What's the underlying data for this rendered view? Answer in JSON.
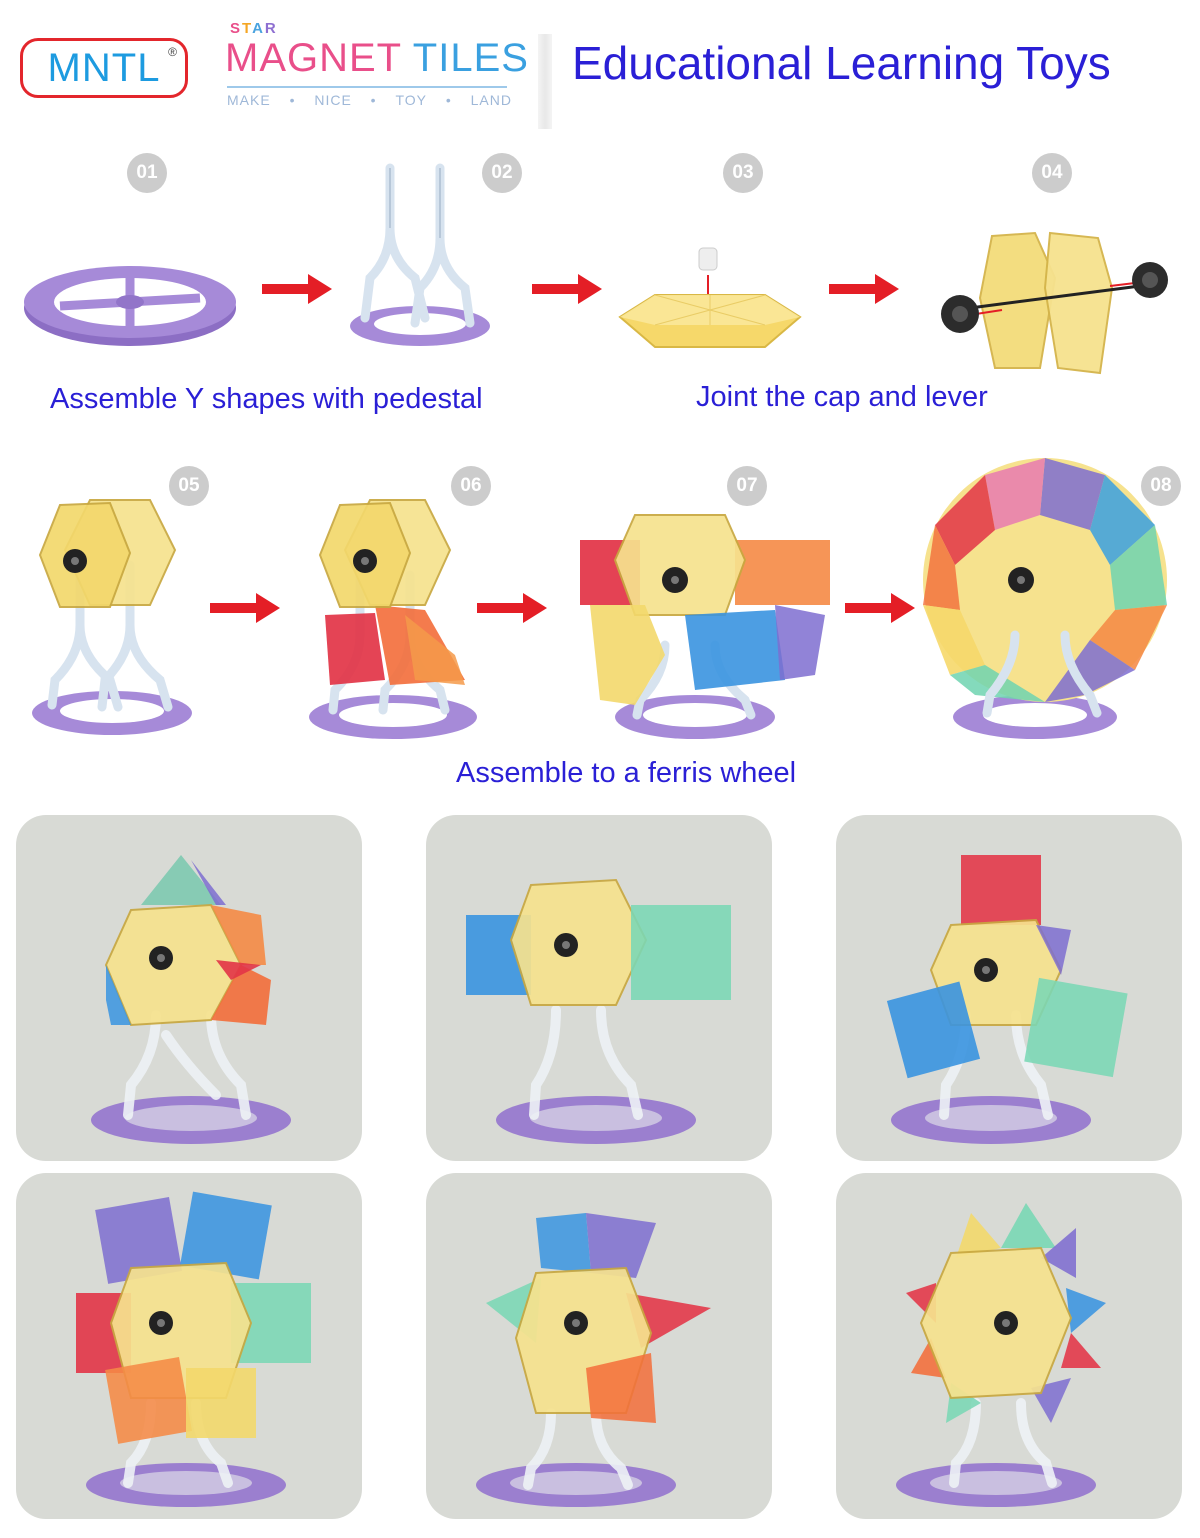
{
  "header": {
    "logo_text": "MNTL",
    "logo_reg": "®",
    "brand_star": [
      "S",
      "T",
      "A",
      "R"
    ],
    "brand_title_a": "MAGNET",
    "brand_title_b": "TILES",
    "brand_sub": [
      "MAKE",
      "•",
      "NICE",
      "•",
      "TOY",
      "•",
      "LAND"
    ],
    "title": "Educational Learning Toys"
  },
  "steps": [
    {
      "label": "01"
    },
    {
      "label": "02"
    },
    {
      "label": "03"
    },
    {
      "label": "04"
    },
    {
      "label": "05"
    },
    {
      "label": "06"
    },
    {
      "label": "07"
    },
    {
      "label": "08"
    }
  ],
  "captions": {
    "row1_left": "Assemble Y shapes with pedestal",
    "row1_right": "Joint the  cap and lever",
    "row2": "Assemble to a ferris wheel"
  },
  "colors": {
    "title_blue": "#2a1fd6",
    "arrow_red": "#e41e26",
    "pedestal_purple": "#9b7fcf",
    "tile_yellow": "#f5df7a",
    "badge_gray": "#cccccc",
    "card_bg": "#d8dad5"
  }
}
